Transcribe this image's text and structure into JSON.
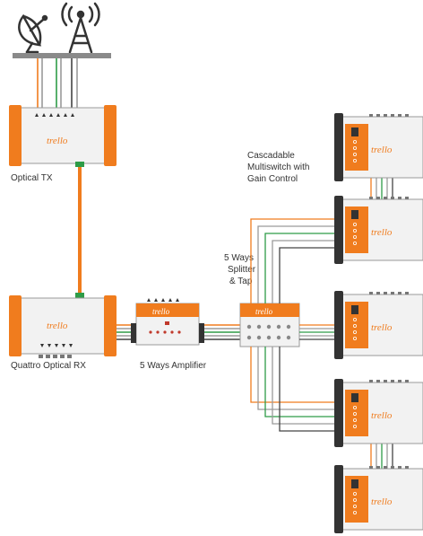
{
  "brand": "trelloⓢ",
  "labels": {
    "optical_tx": "Optical TX",
    "quattro_rx": "Quattro Optical RX",
    "amplifier": "5 Ways Amplifier",
    "splitter_l1": "5 Ways",
    "splitter_l2": "Splitter",
    "splitter_l3": "& Tap",
    "cascade_l1": "Cascadable",
    "cascade_l2": "Multiswitch with",
    "cascade_l3": "Gain Control"
  },
  "colors": {
    "orange": "#f07c1e",
    "green": "#2e9c47",
    "gray": "#9a9a9a",
    "dark": "#444444",
    "body": "#f2f2f2"
  },
  "icons": [
    "satellite-dish-icon",
    "antenna-tower-icon"
  ]
}
